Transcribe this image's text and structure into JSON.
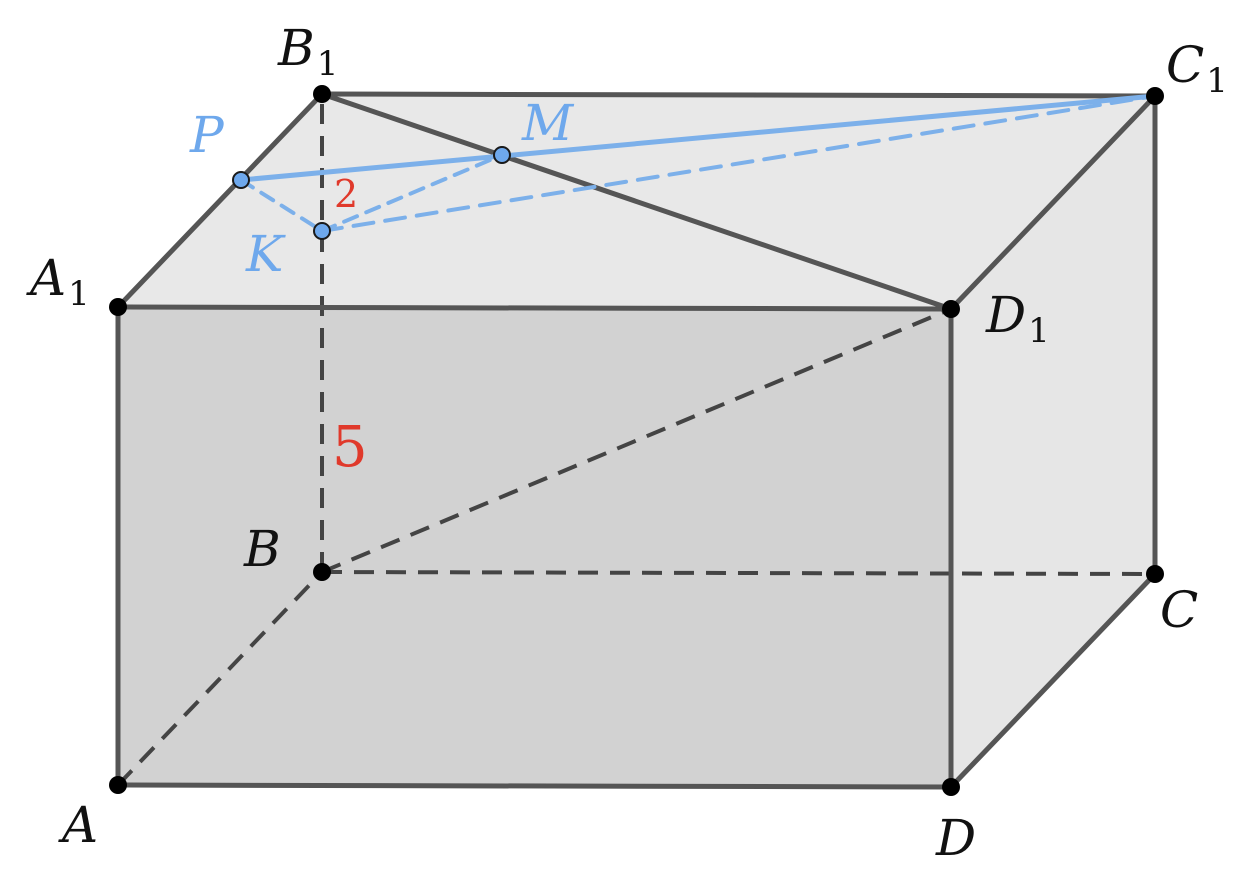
{
  "colors": {
    "edge": "#555555",
    "hidden_edge": "#444444",
    "vertex": "#000000",
    "construction": "#7cb0ea",
    "construction_point": "#6ea8ec",
    "measure": "#e0392b",
    "face_top": "#e8e8e8",
    "face_front": "#d2d2d2",
    "face_right": "#e6e6e6",
    "face_bottom": "#bfbfbf"
  },
  "vertices": {
    "A": {
      "label": "A",
      "sub": ""
    },
    "B": {
      "label": "B",
      "sub": ""
    },
    "C": {
      "label": "C",
      "sub": ""
    },
    "D": {
      "label": "D",
      "sub": ""
    },
    "A1": {
      "label": "A",
      "sub": "1"
    },
    "B1": {
      "label": "B",
      "sub": "1"
    },
    "C1": {
      "label": "C",
      "sub": "1"
    },
    "D1": {
      "label": "D",
      "sub": "1"
    }
  },
  "construction_points": {
    "P": "P",
    "M": "M",
    "K": "K"
  },
  "measurements": {
    "B1K": "2",
    "KB": "5"
  }
}
